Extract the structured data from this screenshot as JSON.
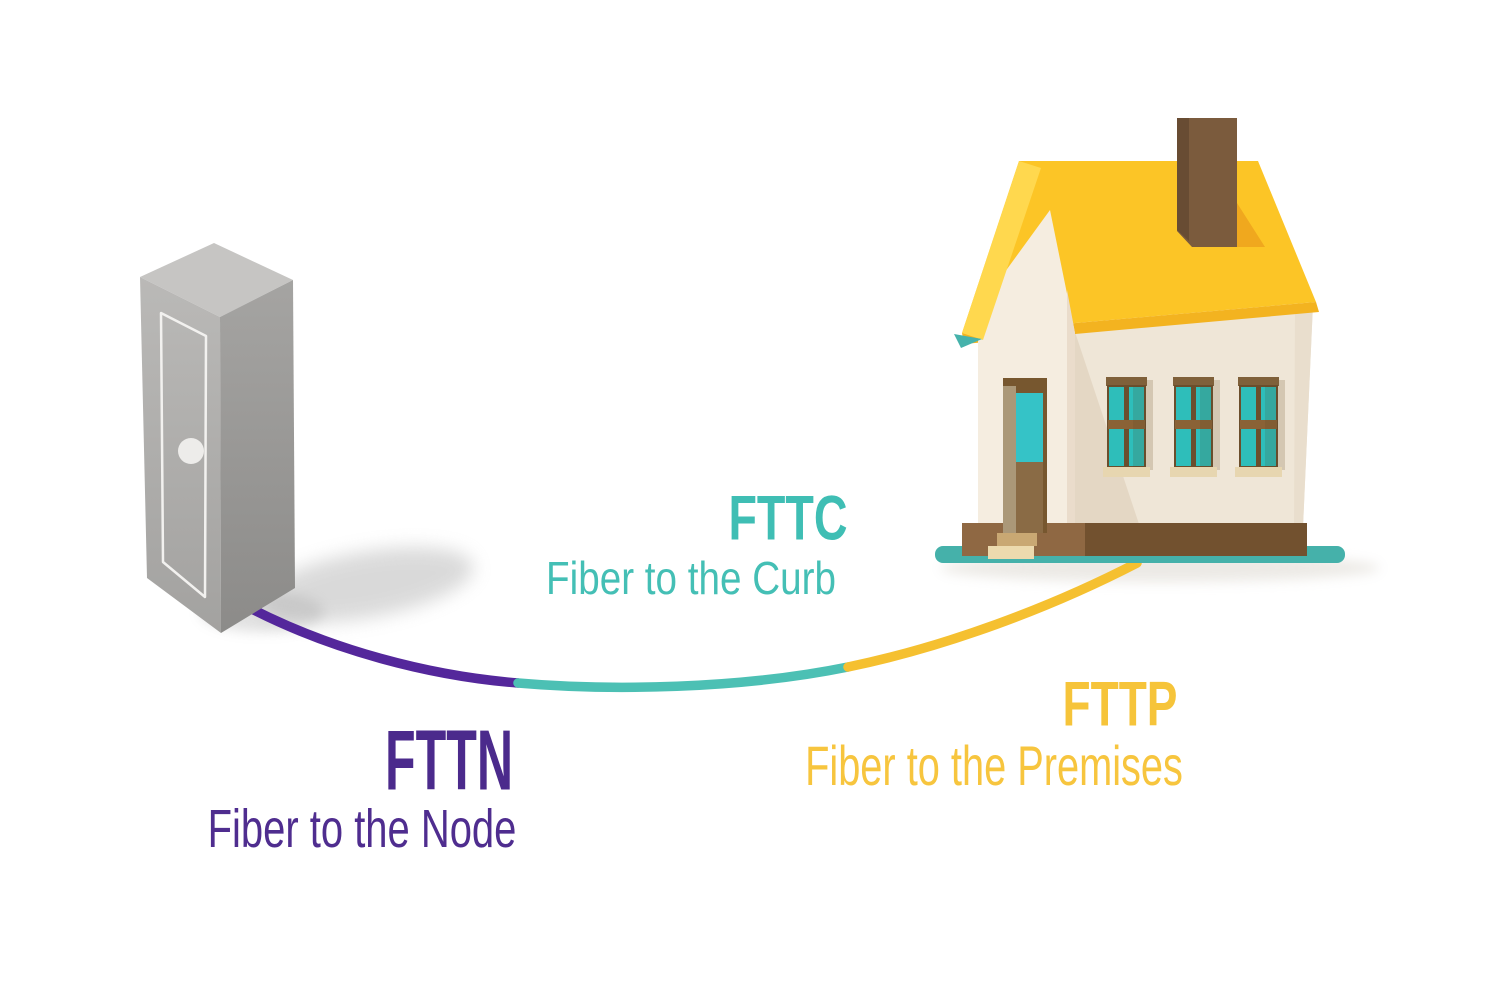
{
  "diagram": {
    "background_color": "#ffffff",
    "nodes": [
      {
        "id": "street-cabinet",
        "description": "gray street cabinet (node)"
      },
      {
        "id": "house",
        "description": "house with yellow roof (premises)"
      }
    ],
    "segments": [
      {
        "abbr": "FTTN",
        "full": "Fiber to the Node",
        "text_color": "#4b2a8c",
        "cable_color": "#54279b"
      },
      {
        "abbr": "FTTC",
        "full": "Fiber to the Curb",
        "text_color": "#3fbeb4",
        "cable_color": "#4cc0b4"
      },
      {
        "abbr": "FTTP",
        "full": "Fiber to the Premises",
        "text_color": "#f6c43a",
        "cable_color": "#f5c030"
      }
    ],
    "palette": {
      "roof_yellow": "#fcc526",
      "roof_fascia": "#ffd84e",
      "roof_eave": "#f3b320",
      "wall_cream": "#efe6d7",
      "gable_cream": "#f5ede0",
      "window_teal": "#2ebeba",
      "chimney_brown": "#7b5b3d",
      "base_brown": "#72512f",
      "ground_teal": "#45b1aa",
      "cabinet_gray": "#aeadab"
    }
  }
}
